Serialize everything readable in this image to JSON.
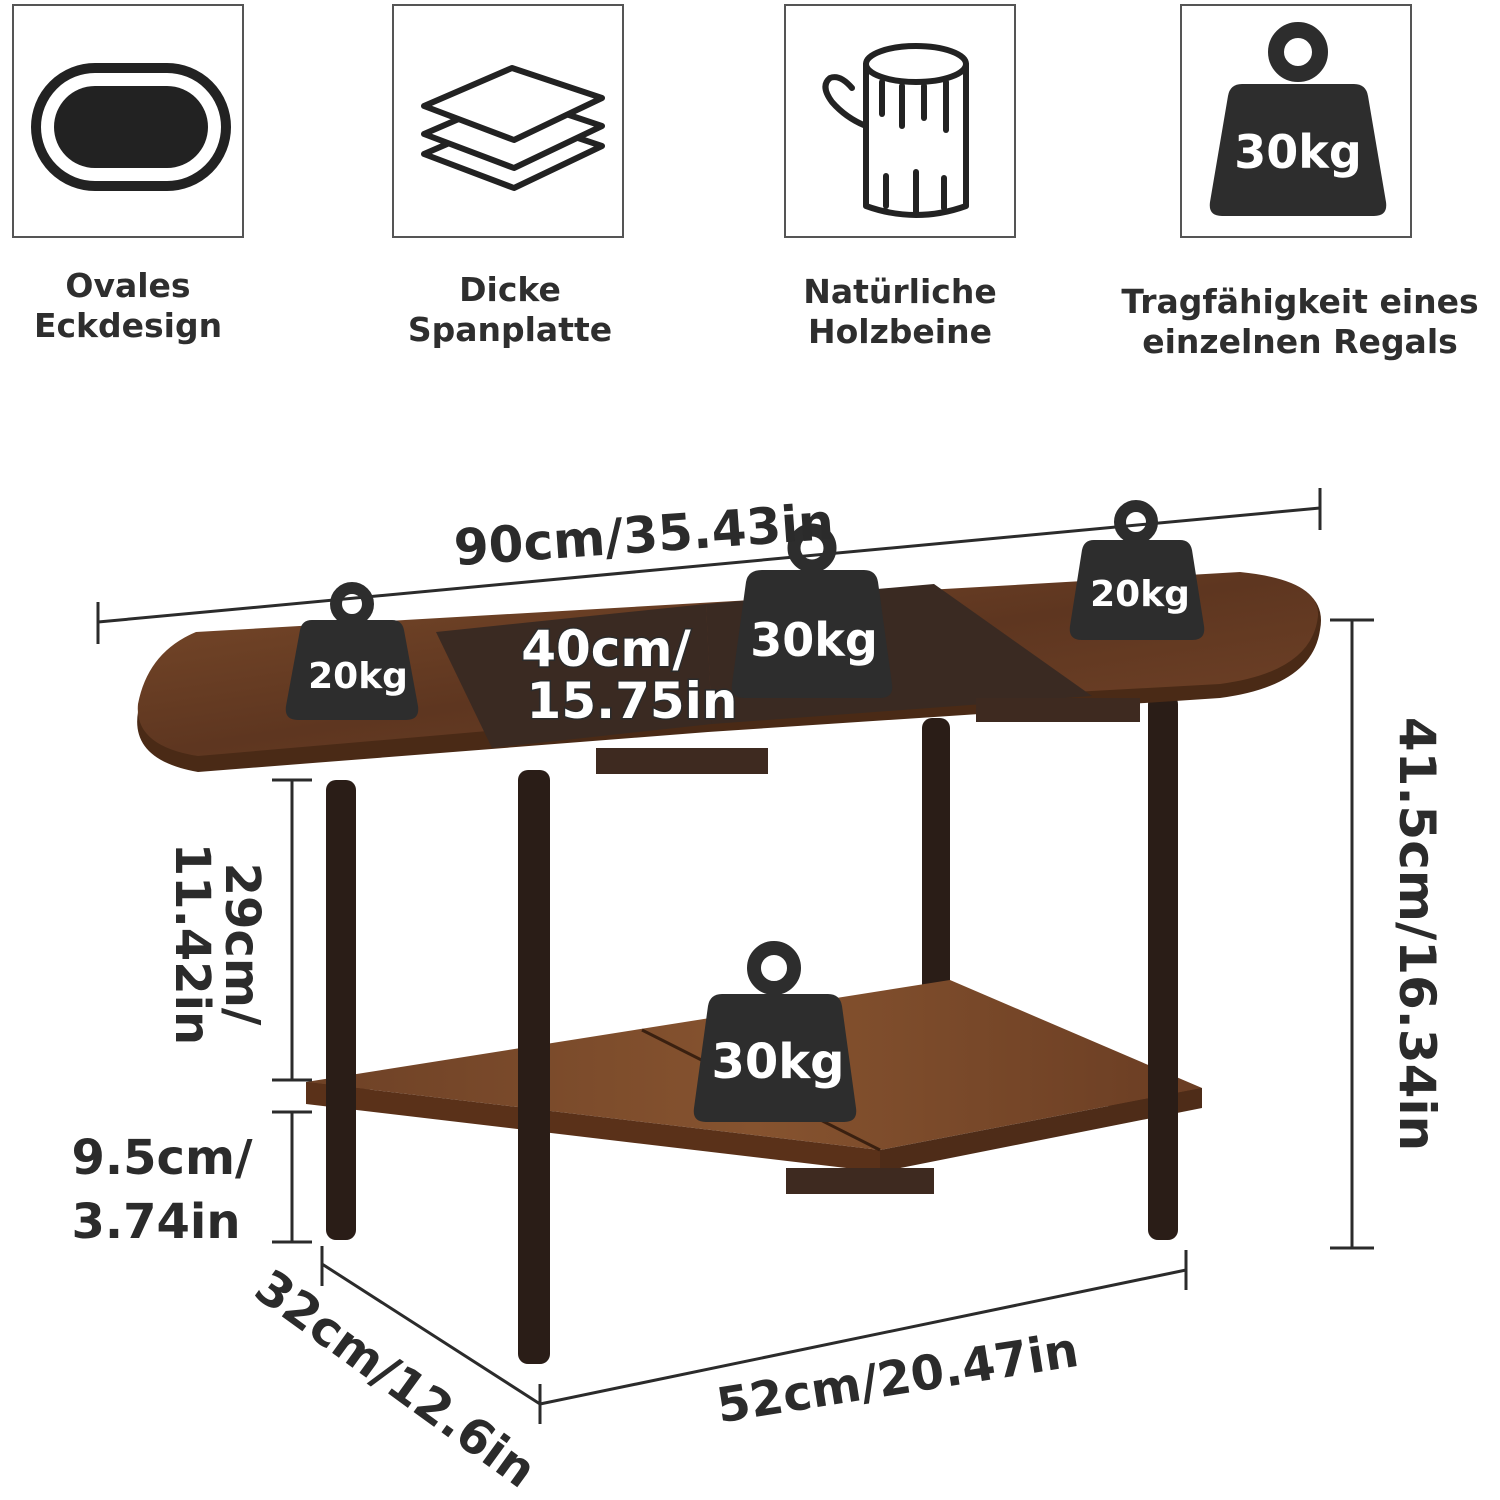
{
  "features": [
    {
      "label": "Ovales\nEckdesign",
      "icon": "oval-corner-icon"
    },
    {
      "label": "Dicke\nSpanplatte",
      "icon": "stacked-boards-icon"
    },
    {
      "label": "Natürliche\nHolzbeine",
      "icon": "tree-log-icon"
    },
    {
      "label": "Tragfähigkeit eines\neinzelnen Regals",
      "icon": "weight-icon",
      "badge": "30kg"
    }
  ],
  "dimensions": {
    "width": "90cm/35.43in",
    "top_depth_line1": "40cm/",
    "top_depth_line2": "15.75in",
    "height": "41.5cm/16.34in",
    "shelf_gap_line1": "29cm/",
    "shelf_gap_line2": "11.42in",
    "shelf_height_line1": "9.5cm/",
    "shelf_height_line2": "3.74in",
    "shelf_depth": "32cm/12.6in",
    "shelf_width": "52cm/20.47in"
  },
  "weights": {
    "top_left": "20kg",
    "top_center": "30kg",
    "top_right": "20kg",
    "bottom_shelf": "30kg"
  },
  "colors": {
    "wood": "#6b3f24",
    "wood_dark": "#4a2a16",
    "center_panel": "#3a2a22",
    "metal": "#2a1d17",
    "weight": "#2d2d2d"
  }
}
